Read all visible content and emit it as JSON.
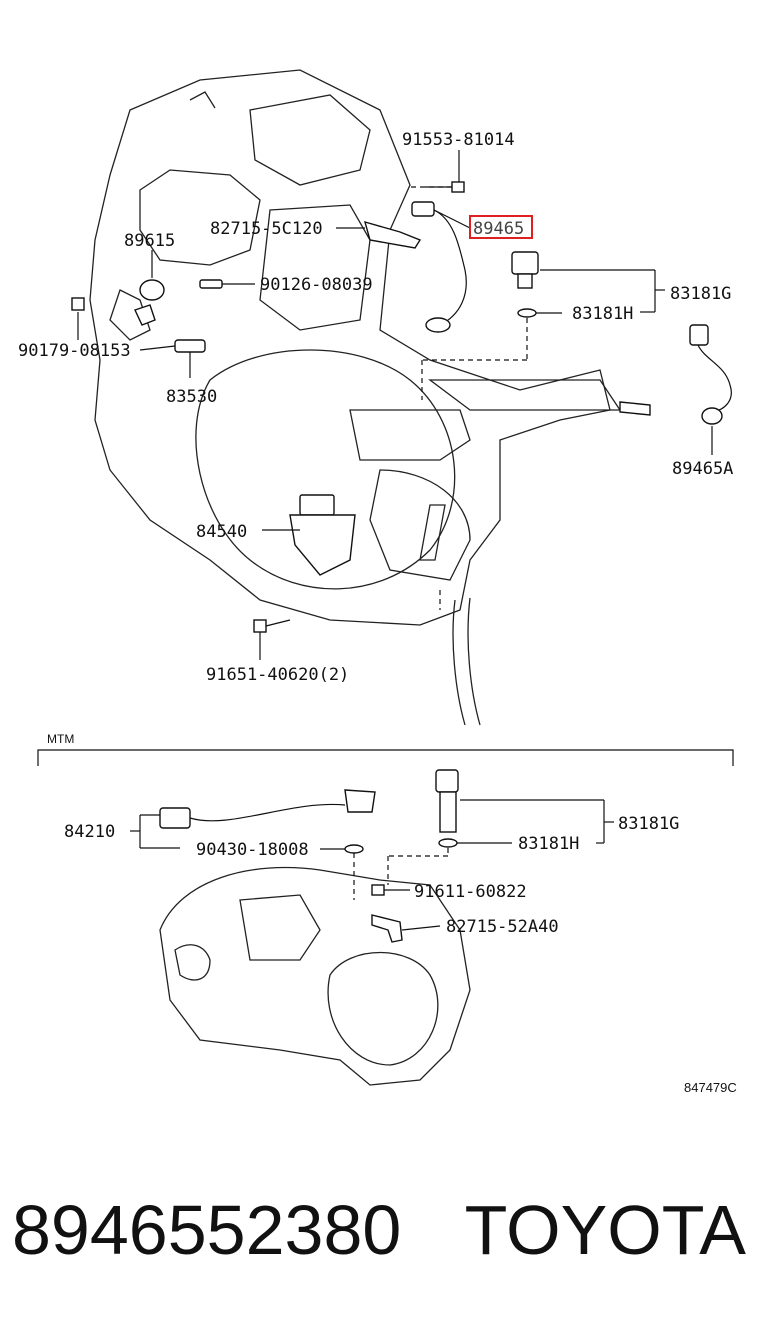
{
  "labels": {
    "p91553": "91553-81014",
    "p82715_5C120": "82715-5C120",
    "p89465": "89465",
    "p83181G_top": "83181G",
    "p83181H_top": "83181H",
    "p89615": "89615",
    "p90126": "90126-08039",
    "p90179": "90179-08153",
    "p83530": "83530",
    "p89465A": "89465A",
    "p84540": "84540",
    "p91651": "91651-40620(2)",
    "p84210": "84210",
    "p90430": "90430-18008",
    "p83181G_bot": "83181G",
    "p83181H_bot": "83181H",
    "p91611": "91611-60822",
    "p82715_52A40": "82715-52A40"
  },
  "section_label": "MTM",
  "diagram_ref": "847479C",
  "footer": {
    "part_number": "8946552380",
    "brand": "TOYOTA"
  },
  "highlight_color": "#e02020"
}
